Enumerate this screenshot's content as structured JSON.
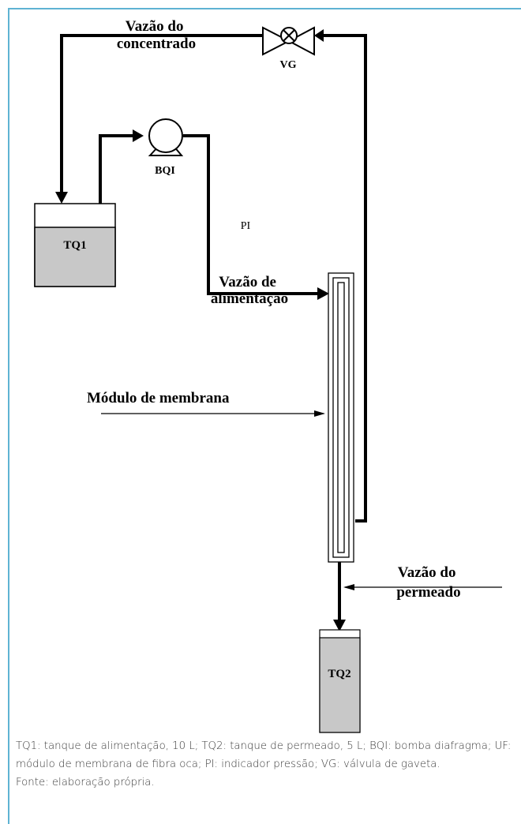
{
  "labels": {
    "concentrate_flow_line1": "Vazão do",
    "concentrate_flow_line2": "concentrado",
    "valve": "VG",
    "pump": "BQI",
    "pressure_indicator": "PI",
    "feed_tank": "TQ1",
    "feed_flow_line1": "Vazão de",
    "feed_flow_line2": "alimentação",
    "membrane_module": "Módulo de membrana",
    "permeate_flow_line1": "Vazão do",
    "permeate_flow_line2": "permeado",
    "permeate_tank": "TQ2"
  },
  "caption": {
    "legend": "TQ1: tanque de alimentação, 10 L; TQ2: tanque de permeado, 5 L; BQI: bomba diafragma; UF: módulo de membrana de fibra oca; PI: indicador pressão; VG: válvula de gaveta.",
    "source": "Fonte: elaboração própria."
  },
  "colors": {
    "tank_fill": "#c8c8c8",
    "frame_border": "#5fb3d3",
    "line": "#000000"
  }
}
